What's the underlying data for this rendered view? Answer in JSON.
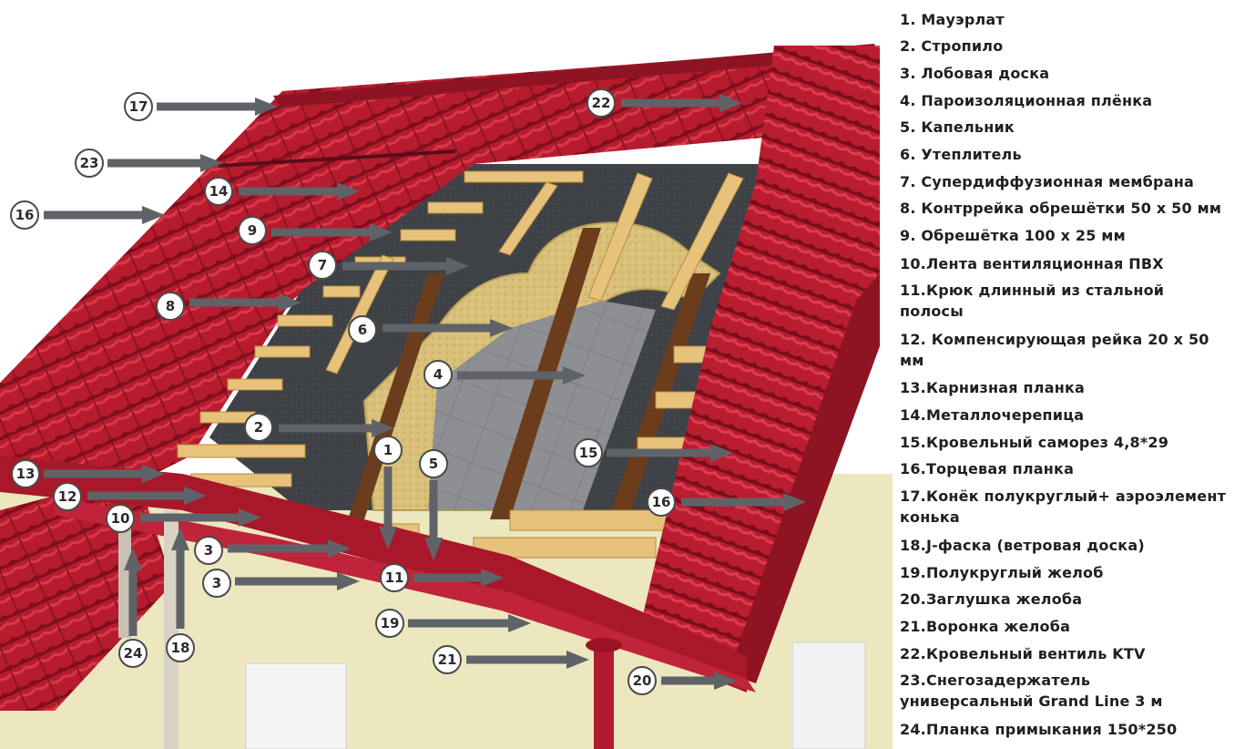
{
  "legend": [
    {
      "text": "1. Мауэрлат"
    },
    {
      "text": "2. Стропило"
    },
    {
      "text": "3. Лобовая доска"
    },
    {
      "text": "4. Пароизоляционная плёнка"
    },
    {
      "text": "5. Капельник"
    },
    {
      "text": "6. Утеплитель"
    },
    {
      "text": "7. Супердиффузионная мембрана"
    },
    {
      "text": "8. Контррейка обрешётки 50 х 50 мм"
    },
    {
      "text": "9. Обрешётка 100 х 25 мм"
    },
    {
      "text": "10.Лента вентиляционная ПВХ"
    },
    {
      "text": "11.Крюк длинный из стальной полосы"
    },
    {
      "text": "12. Компенсирующая рейка 20 х 50 мм"
    },
    {
      "text": "13.Карнизная планка"
    },
    {
      "text": "14.Металлочерепица"
    },
    {
      "text": "15.Кровельный саморез 4,8*29"
    },
    {
      "text": "16.Торцевая планка"
    },
    {
      "text": "17.Конёк полукруглый+ аэроэлемент конька"
    },
    {
      "text": "18.J-фаска (ветровая доска)"
    },
    {
      "text": "19.Полукруглый желоб"
    },
    {
      "text": "20.Заглушка желоба"
    },
    {
      "text": "21.Воронка желоба"
    },
    {
      "text": "22.Кровельный вентиль KTV"
    },
    {
      "text": "23.Снегозадержатель универсальный Grand Line 3 м"
    },
    {
      "text": "24.Планка примыкания 150*250"
    }
  ],
  "callouts": [
    {
      "num": "17",
      "dir": "right"
    },
    {
      "num": "22",
      "dir": "right"
    },
    {
      "num": "23",
      "dir": "right"
    },
    {
      "num": "14",
      "dir": "right"
    },
    {
      "num": "16",
      "dir": "right"
    },
    {
      "num": "9",
      "dir": "right"
    },
    {
      "num": "7",
      "dir": "right"
    },
    {
      "num": "8",
      "dir": "right"
    },
    {
      "num": "6",
      "dir": "right"
    },
    {
      "num": "4",
      "dir": "right"
    },
    {
      "num": "2",
      "dir": "right"
    },
    {
      "num": "1",
      "dir": "down"
    },
    {
      "num": "5",
      "dir": "down"
    },
    {
      "num": "15",
      "dir": "right"
    },
    {
      "num": "13",
      "dir": "right"
    },
    {
      "num": "12",
      "dir": "right"
    },
    {
      "num": "16",
      "dir": "right"
    },
    {
      "num": "10",
      "dir": "right"
    },
    {
      "num": "3",
      "dir": "right"
    },
    {
      "num": "3",
      "dir": "right"
    },
    {
      "num": "11",
      "dir": "right"
    },
    {
      "num": "19",
      "dir": "right"
    },
    {
      "num": "21",
      "dir": "right"
    },
    {
      "num": "20",
      "dir": "right"
    },
    {
      "num": "24",
      "dir": "up"
    },
    {
      "num": "18",
      "dir": "up"
    }
  ],
  "colors": {
    "tile": "#b71c2e",
    "tile_dark": "#7f0f1e",
    "tile_light": "#d8384a",
    "membrane": "#3e4247",
    "wood": "#e7c27a",
    "wood_dark": "#b88a3e",
    "insulation": "#d9c07a",
    "vapor": "#8d8f92",
    "wall": "#ece7bf",
    "arrow": "#5f6368",
    "sky": "#ffffff"
  }
}
